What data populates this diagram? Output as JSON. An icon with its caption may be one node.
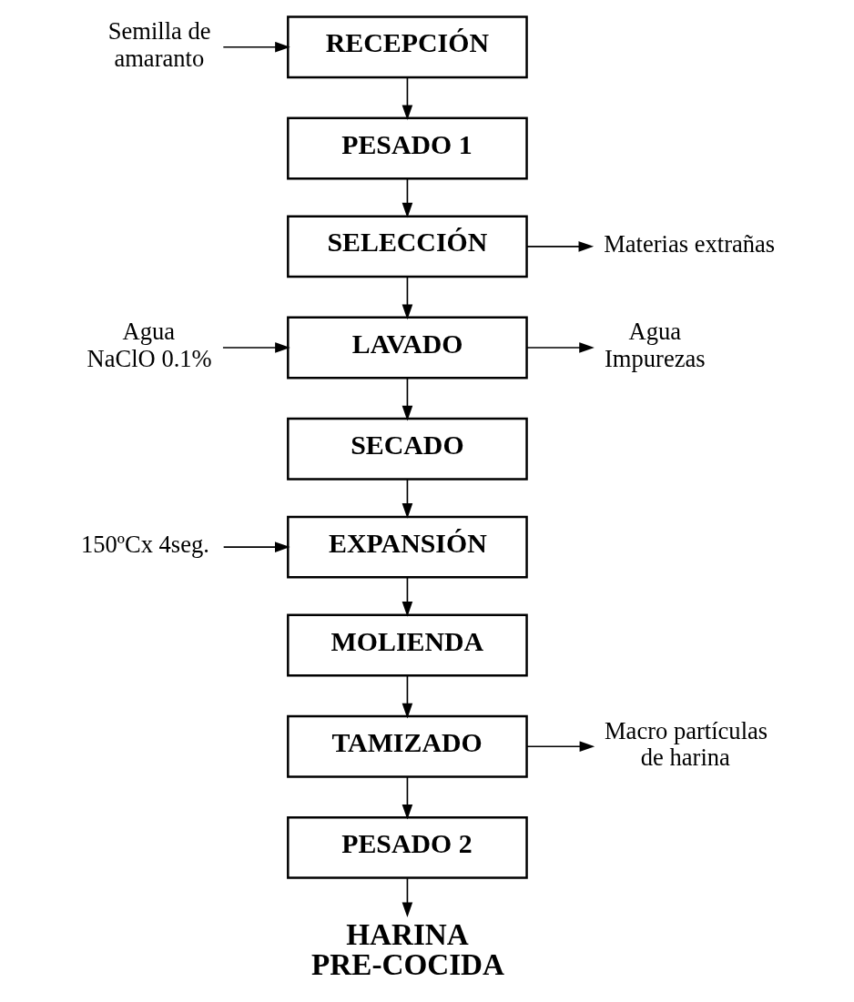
{
  "diagram": {
    "nodes": [
      {
        "text": [
          "Semilla de amaranto"
        ]
      },
      {
        "text": [
          "RECEPCIÓN"
        ]
      },
      {
        "text": [
          "PESADO 1"
        ]
      },
      {
        "text": [
          "SELECCIÓN"
        ]
      },
      {
        "text": [
          "Materias extrañas"
        ]
      },
      {
        "text": [
          "Agua",
          "NaClO 0.1%"
        ]
      },
      {
        "text": [
          "LAVADO"
        ]
      },
      {
        "text": [
          "Agua",
          "Impurezas"
        ]
      },
      {
        "text": [
          "SECADO"
        ]
      },
      {
        "text": [
          "150ºCx 4seg."
        ]
      },
      {
        "text": [
          "EXPANSIÓN"
        ]
      },
      {
        "text": [
          "MOLIENDA"
        ]
      },
      {
        "text": [
          "TAMIZADO"
        ]
      },
      {
        "text": [
          "Macro partículas de harina"
        ]
      },
      {
        "text": [
          "PESADO 2"
        ]
      },
      {
        "text": [
          "HARINA PRE-COCIDA"
        ]
      }
    ],
    "edges": [
      {
        "from": 0,
        "to": 1,
        "arrow": "to"
      },
      {
        "from": 1,
        "to": 2,
        "arrow": "to"
      },
      {
        "from": 2,
        "to": 3,
        "arrow": "to"
      },
      {
        "from": 3,
        "to": 4,
        "arrow": "to"
      },
      {
        "from": 3,
        "to": 6,
        "arrow": "to"
      },
      {
        "from": 5,
        "to": 6,
        "arrow": "to"
      },
      {
        "from": 6,
        "to": 7,
        "arrow": "to"
      },
      {
        "from": 6,
        "to": 8,
        "arrow": "to"
      },
      {
        "from": 8,
        "to": 10,
        "arrow": "to"
      },
      {
        "from": 9,
        "to": 10,
        "arrow": "to"
      },
      {
        "from": 10,
        "to": 11,
        "arrow": "to"
      },
      {
        "from": 11,
        "to": 12,
        "arrow": "to"
      },
      {
        "from": 12,
        "to": 13,
        "arrow": "to"
      },
      {
        "from": 12,
        "to": 14,
        "arrow": "to"
      },
      {
        "from": 14,
        "to": 15,
        "arrow": "to"
      }
    ]
  }
}
